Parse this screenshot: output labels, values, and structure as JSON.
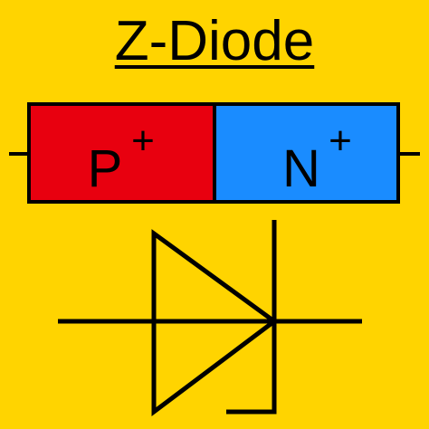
{
  "title": "Z-Diode",
  "junction": {
    "p_region": {
      "label": "P",
      "superscript": "+"
    },
    "n_region": {
      "label": "N",
      "superscript": "+"
    }
  },
  "colors": {
    "background": "#FFD400",
    "p_region": "#E8000F",
    "n_region": "#1A8CFF",
    "outline": "#000000"
  },
  "symbol": {
    "icon": "zener-diode-icon"
  }
}
